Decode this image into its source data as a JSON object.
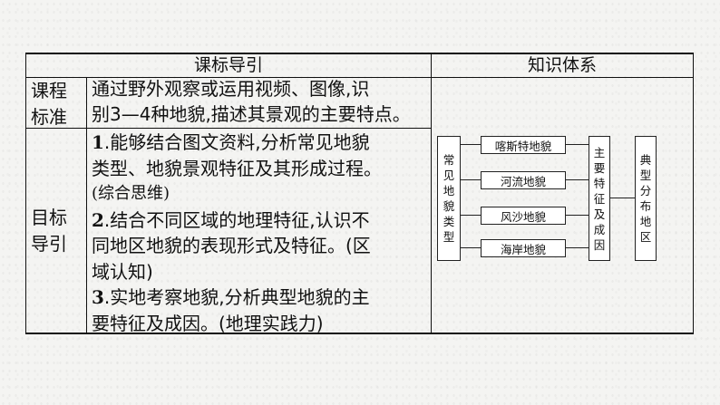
{
  "table": {
    "header_left": "课标导引",
    "header_right": "知识体系",
    "row1_label": [
      "课程",
      "标准"
    ],
    "row1_text": [
      "通过野外观察或运用视频、图像,识",
      "别3—4种地貌,描述其景观的主要特点。"
    ],
    "row2_label": [
      "目标",
      "导引"
    ],
    "goal1_num": "1",
    "goal1_line1": ".能够结合图文资料,分析常见地貌",
    "goal1_line2": "类型、地貌景观特征及其形成过程。",
    "goal1_paren": "(综合思维)",
    "goal2_num": "2",
    "goal2_line1": ".结合不同区域的地理特征,认识不",
    "goal2_line2": "同地区地貌的表现形式及特征。(区",
    "goal2_line3": "域认知)",
    "goal3_num": "3",
    "goal3_line1": ".实地考察地貌,分析典型地貌的主",
    "goal3_line2": "要特征及成因。(地理实践力)"
  },
  "diagram": {
    "left_box": [
      "常",
      "见",
      "地",
      "貌",
      "类",
      "型"
    ],
    "items": [
      "喀斯特地貌",
      "河流地貌",
      "风沙地貌",
      "海岸地貌"
    ],
    "middle_box": [
      "主",
      "要",
      "特",
      "征",
      "及",
      "成",
      "因"
    ],
    "right_box": [
      "典",
      "型",
      "分",
      "布",
      "地",
      "区"
    ]
  }
}
